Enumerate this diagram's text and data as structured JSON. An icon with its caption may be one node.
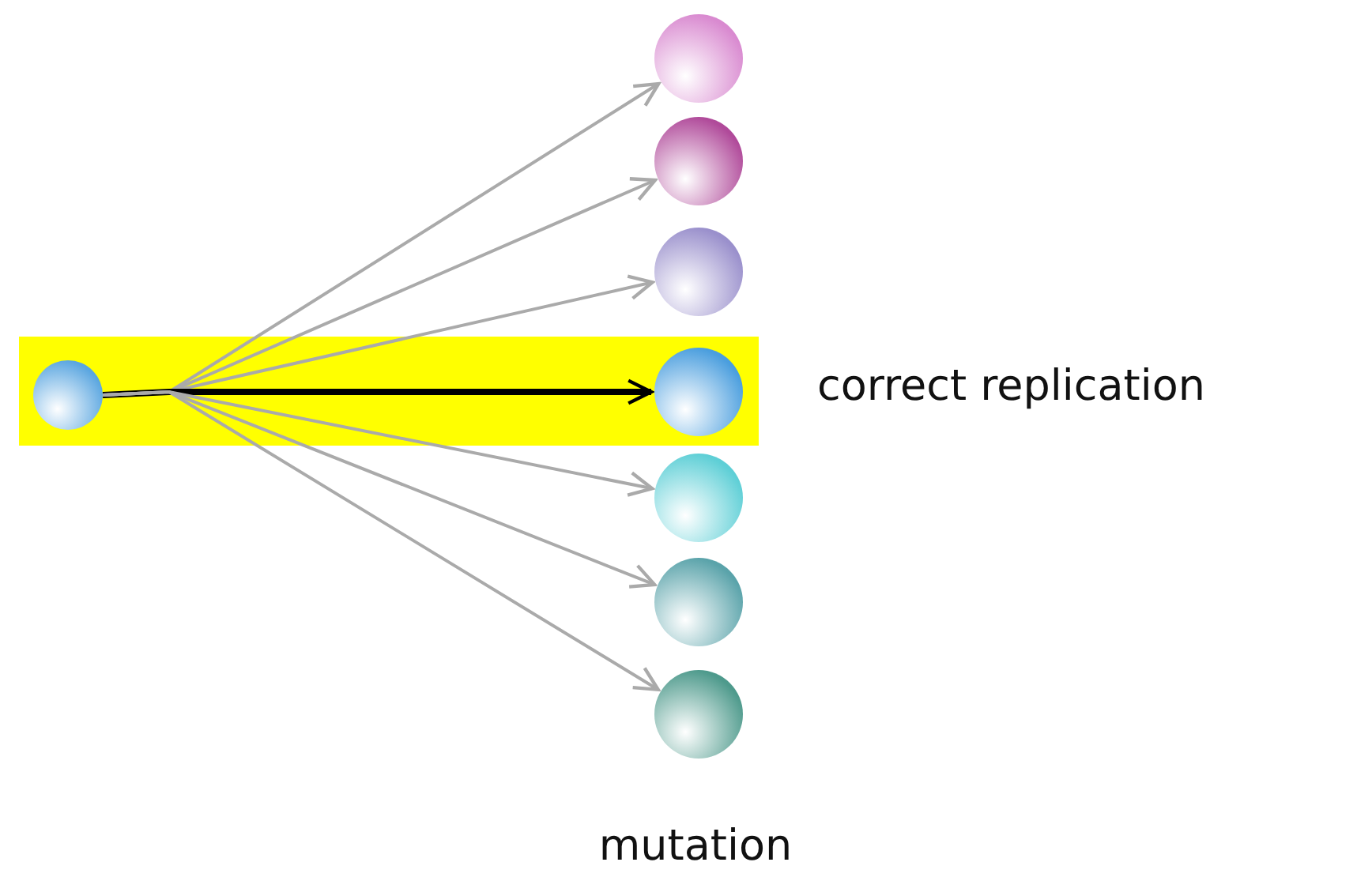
{
  "diagram": {
    "nodes": [
      {
        "text": [],
        "shape": "circle"
      },
      {
        "text": [],
        "shape": "circle"
      },
      {
        "text": [],
        "shape": "circle"
      },
      {
        "text": [],
        "shape": "circle"
      },
      {
        "text": [],
        "shape": "circle",
        "beside": [
          "correct replication"
        ]
      },
      {
        "text": [],
        "shape": "circle"
      },
      {
        "text": [],
        "shape": "circle"
      },
      {
        "text": [],
        "shape": "circle"
      }
    ],
    "edges": [
      {
        "from": 0,
        "to": 1,
        "arrow": "to"
      },
      {
        "from": 0,
        "to": 2,
        "arrow": "to"
      },
      {
        "from": 0,
        "to": 3,
        "arrow": "to"
      },
      {
        "from": 0,
        "to": 4,
        "arrow": "to",
        "style": "thick",
        "color": "#000000"
      },
      {
        "from": 0,
        "to": 5,
        "arrow": "to"
      },
      {
        "from": 0,
        "to": 6,
        "arrow": "to"
      },
      {
        "from": 0,
        "to": 7,
        "arrow": "to"
      }
    ],
    "labels": [
      "mutation"
    ]
  }
}
